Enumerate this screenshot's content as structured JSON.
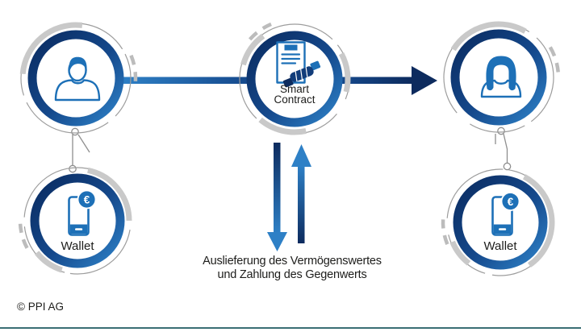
{
  "colors": {
    "primary_blue": "#1d70b7",
    "light_blue": "#2e80c6",
    "mid_blue": "#15498c",
    "dark_navy": "#0d2b5e",
    "ring_dark": "#0a2b60",
    "ring_light": "#2e82c8",
    "arc_gray": "#c9c9c9",
    "line_gray": "#9d9d9d",
    "text_dark": "#1d1d1b",
    "footer_rule_teal": "#3a6e74"
  },
  "nodes": {
    "seller": {
      "icon": "person-male-icon"
    },
    "smart_contract": {
      "label": "Smart Contract",
      "icon": "contract-handshake-icon"
    },
    "buyer": {
      "icon": "person-female-icon"
    },
    "seller_wallet": {
      "label": "Wallet",
      "icon": "smartphone-euro-icon"
    },
    "buyer_wallet": {
      "label": "Wallet",
      "icon": "smartphone-euro-icon"
    }
  },
  "icons": {
    "euro_symbol": "€"
  },
  "caption": {
    "line1": "Auslieferung des Vermögenswertes",
    "line2": "und Zahlung des Gegenwerts"
  },
  "footer": {
    "copyright": "© PPI AG"
  }
}
